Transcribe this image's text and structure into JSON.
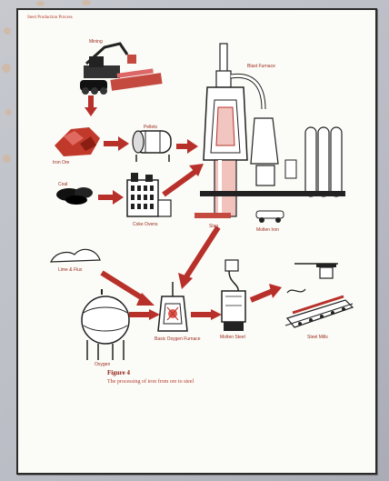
{
  "header_note": "Steel Production Process",
  "labels": {
    "mining": "Mining",
    "iron_ore": "Iron Ore",
    "pellets": "Pellets",
    "coal": "Coal",
    "coke_ovens": "Coke Ovens",
    "blast_furnace": "Blast Furnace",
    "slag": "Slag",
    "molten_iron": "Molten Iron",
    "lime_flux": "Lime & Flux",
    "oxygen": "Oxygen",
    "basic_oxygen_furnace": "Basic Oxygen Furnace",
    "molten_steel": "Molten Steel",
    "steel_mills": "Steel Mills"
  },
  "figure": {
    "title": "Figure 4",
    "caption": "The processing of iron from ore to steel"
  },
  "colors": {
    "accent": "#b8302a",
    "ink": "#222222",
    "page": "#fbfbf7"
  }
}
